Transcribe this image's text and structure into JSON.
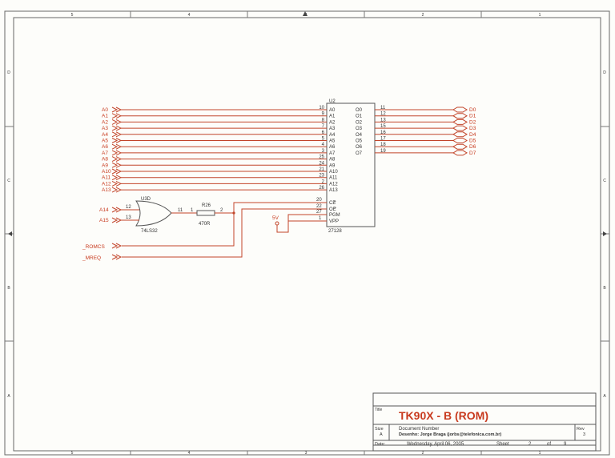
{
  "border": {
    "columns": [
      "5",
      "4",
      "3",
      "2",
      "1"
    ],
    "rows": [
      "D",
      "C",
      "B",
      "A"
    ]
  },
  "chip_u2": {
    "refdes": "U2",
    "part": "27128",
    "address_pins": [
      {
        "net": "A0",
        "num": "10",
        "pin": "A0"
      },
      {
        "net": "A1",
        "num": "9",
        "pin": "A1"
      },
      {
        "net": "A2",
        "num": "8",
        "pin": "A2"
      },
      {
        "net": "A3",
        "num": "7",
        "pin": "A3"
      },
      {
        "net": "A4",
        "num": "6",
        "pin": "A4"
      },
      {
        "net": "A5",
        "num": "5",
        "pin": "A5"
      },
      {
        "net": "A6",
        "num": "4",
        "pin": "A6"
      },
      {
        "net": "A7",
        "num": "3",
        "pin": "A7"
      },
      {
        "net": "A8",
        "num": "25",
        "pin": "A8"
      },
      {
        "net": "A9",
        "num": "24",
        "pin": "A9"
      },
      {
        "net": "A10",
        "num": "21",
        "pin": "A10"
      },
      {
        "net": "A11",
        "num": "23",
        "pin": "A11"
      },
      {
        "net": "A12",
        "num": "2",
        "pin": "A12"
      },
      {
        "net": "A13",
        "num": "26",
        "pin": "A13"
      }
    ],
    "data_pins": [
      {
        "pin": "O0",
        "num": "11",
        "net": "D0"
      },
      {
        "pin": "O1",
        "num": "12",
        "net": "D1"
      },
      {
        "pin": "O2",
        "num": "13",
        "net": "D2"
      },
      {
        "pin": "O3",
        "num": "15",
        "net": "D3"
      },
      {
        "pin": "O4",
        "num": "16",
        "net": "D4"
      },
      {
        "pin": "O5",
        "num": "17",
        "net": "D5"
      },
      {
        "pin": "O6",
        "num": "18",
        "net": "D6"
      },
      {
        "pin": "O7",
        "num": "19",
        "net": "D7"
      }
    ],
    "control_pins": [
      {
        "num": "20",
        "pin": "CE"
      },
      {
        "num": "22",
        "pin": "OE"
      },
      {
        "num": "27",
        "pin": "PGM"
      },
      {
        "num": "1",
        "pin": "VPP"
      }
    ]
  },
  "gate_u3d": {
    "refdes": "U3D",
    "part": "74LS32",
    "in1_net": "A14",
    "in1_pin": "12",
    "in2_net": "A15",
    "in2_pin": "13",
    "out_pin": "11"
  },
  "resistor": {
    "refdes": "R26",
    "value": "470R",
    "pin1": "1",
    "pin2": "2"
  },
  "supply_label": "5V",
  "ports": [
    "_ROMCS",
    "_MREQ"
  ],
  "title_block": {
    "title_label": "Title",
    "title": "TK90X - B (ROM)",
    "size_label": "Size",
    "size": "A",
    "docnum_label": "Document Number",
    "author": "Desenho: Jorge Braga (jorbs@telefonica.com.br)",
    "rev_label": "Rev",
    "rev": "3",
    "date_label": "Date:",
    "date": "Wednesday, April 06, 2005",
    "sheet_label": "Sheet",
    "sheet": "2",
    "of_label": "of",
    "sheets": "9"
  },
  "colors": {
    "wire": "#c2452a",
    "text": "#c83a1e",
    "body": "#555555"
  }
}
